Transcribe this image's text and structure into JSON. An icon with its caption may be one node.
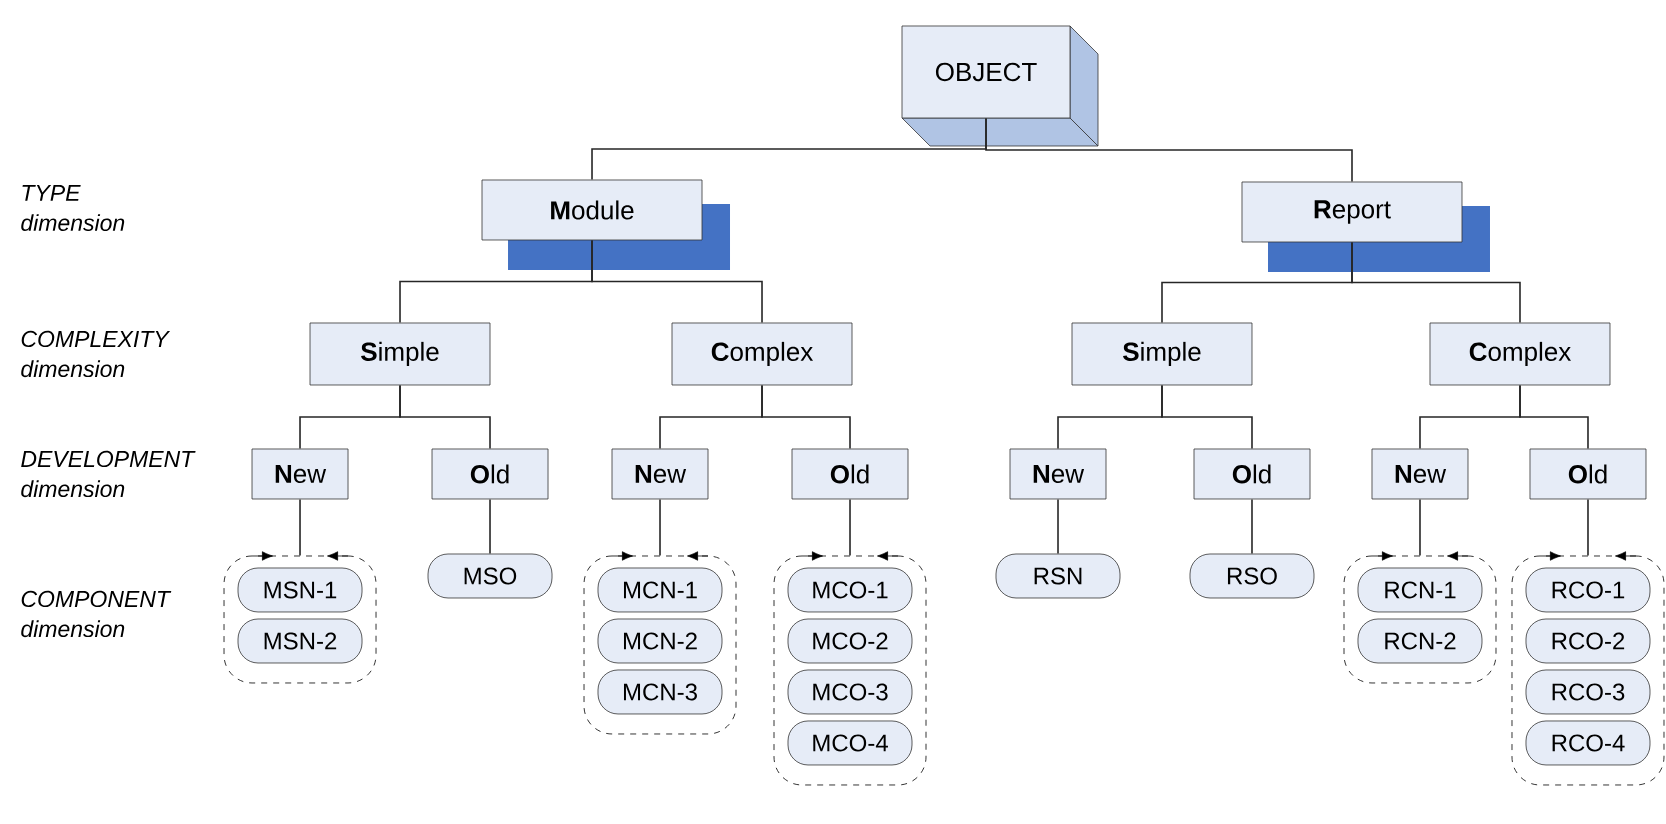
{
  "diagram": {
    "nodes": [
      {
        "text": [
          "OBJECT"
        ]
      },
      {
        "text": [
          "**M**odule"
        ]
      },
      {
        "text": [
          "**R**eport"
        ]
      },
      {
        "text": [
          "**S**imple"
        ]
      },
      {
        "text": [
          "**C**omplex"
        ]
      },
      {
        "text": [
          "**S**imple"
        ]
      },
      {
        "text": [
          "**C**omplex"
        ]
      },
      {
        "text": [
          "**N**ew"
        ]
      },
      {
        "text": [
          "**O**ld"
        ]
      },
      {
        "text": [
          "**N**ew"
        ]
      },
      {
        "text": [
          "**O**ld"
        ]
      },
      {
        "text": [
          "**N**ew"
        ]
      },
      {
        "text": [
          "**O**ld"
        ]
      },
      {
        "text": [
          "**N**ew"
        ]
      },
      {
        "text": [
          "**O**ld"
        ]
      },
      {
        "text": [],
        "shape": "box"
      },
      {
        "text": [
          "MSN-1"
        ],
        "in": 15
      },
      {
        "text": [
          "MSN-2"
        ],
        "in": 15
      },
      {
        "text": [
          "MSO"
        ]
      },
      {
        "text": [],
        "shape": "box"
      },
      {
        "text": [
          "MCN-1"
        ],
        "in": 19
      },
      {
        "text": [
          "MCN-2"
        ],
        "in": 19
      },
      {
        "text": [
          "MCN-3"
        ],
        "in": 19
      },
      {
        "text": [],
        "shape": "box"
      },
      {
        "text": [
          "MCO-1"
        ],
        "in": 23
      },
      {
        "text": [
          "MCO-2"
        ],
        "in": 23
      },
      {
        "text": [
          "MCO-3"
        ],
        "in": 23
      },
      {
        "text": [
          "MCO-4"
        ],
        "in": 23
      },
      {
        "text": [
          "RSN"
        ]
      },
      {
        "text": [
          "RSO"
        ]
      },
      {
        "text": [],
        "shape": "box"
      },
      {
        "text": [
          "RCN-1"
        ],
        "in": 30
      },
      {
        "text": [
          "RCN-2"
        ],
        "in": 30
      },
      {
        "text": [],
        "shape": "box"
      },
      {
        "text": [
          "RCO-1"
        ],
        "in": 33
      },
      {
        "text": [
          "RCO-2"
        ],
        "in": 33
      },
      {
        "text": [
          "RCO-3"
        ],
        "in": 33
      },
      {
        "text": [
          "RCO-4"
        ],
        "in": 33
      }
    ],
    "edges": [
      {
        "from": 0,
        "to": 1,
        "arrow": "none"
      },
      {
        "from": 0,
        "to": 2,
        "arrow": "none"
      },
      {
        "from": 1,
        "to": 3,
        "arrow": "none"
      },
      {
        "from": 1,
        "to": 4,
        "arrow": "none"
      },
      {
        "from": 2,
        "to": 5,
        "arrow": "none"
      },
      {
        "from": 2,
        "to": 6,
        "arrow": "none"
      },
      {
        "from": 3,
        "to": 7,
        "arrow": "none"
      },
      {
        "from": 3,
        "to": 8,
        "arrow": "none"
      },
      {
        "from": 4,
        "to": 9,
        "arrow": "none"
      },
      {
        "from": 4,
        "to": 10,
        "arrow": "none"
      },
      {
        "from": 5,
        "to": 11,
        "arrow": "none"
      },
      {
        "from": 5,
        "to": 12,
        "arrow": "none"
      },
      {
        "from": 6,
        "to": 13,
        "arrow": "none"
      },
      {
        "from": 6,
        "to": 14,
        "arrow": "none"
      },
      {
        "from": 7,
        "to": 15,
        "arrow": "none"
      },
      {
        "from": 8,
        "to": 18,
        "arrow": "none"
      },
      {
        "from": 9,
        "to": 19,
        "arrow": "none"
      },
      {
        "from": 10,
        "to": 23,
        "arrow": "none"
      },
      {
        "from": 11,
        "to": 28,
        "arrow": "none"
      },
      {
        "from": 12,
        "to": 29,
        "arrow": "none"
      },
      {
        "from": 13,
        "to": 30,
        "arrow": "none"
      },
      {
        "from": 14,
        "to": 33,
        "arrow": "none"
      }
    ],
    "labels": [
      "TYPE dimension",
      "COMPLEXITY dimension",
      "DEVELOPMENT dimension",
      "COMPONENT dimension"
    ]
  }
}
